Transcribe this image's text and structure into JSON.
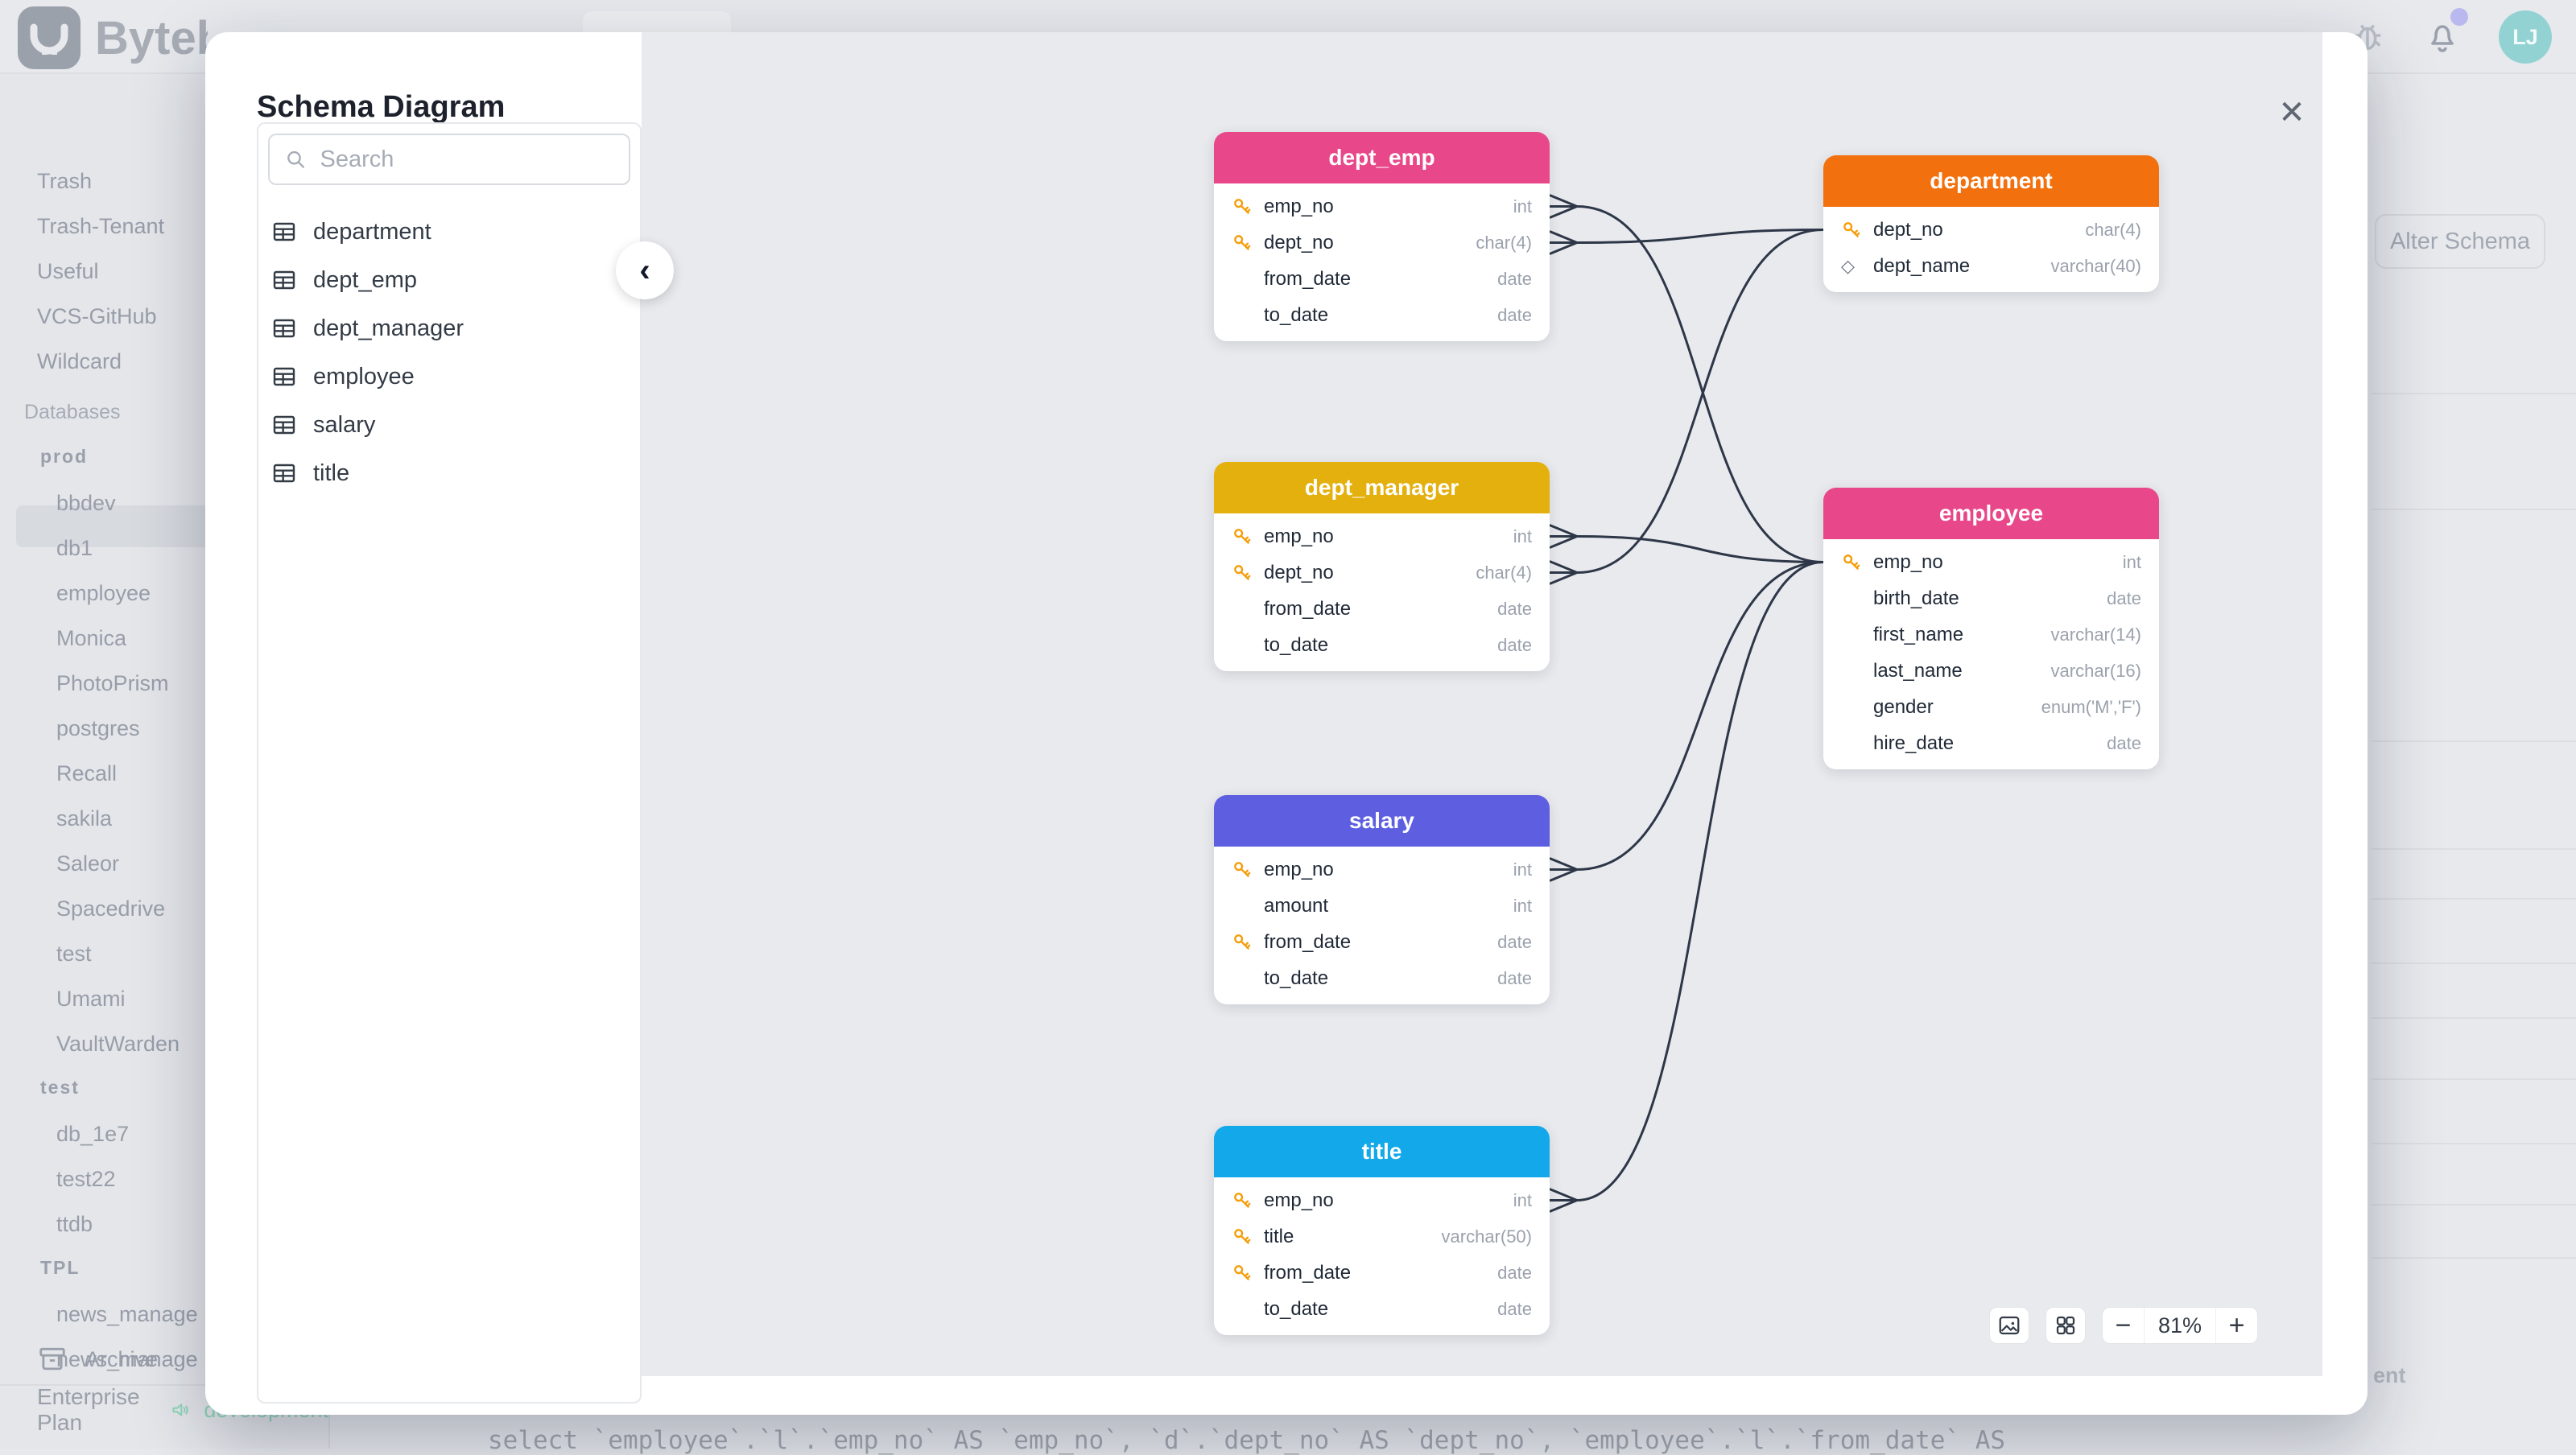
{
  "topbar": {
    "brand": "Bytebase",
    "avatar_initials": "LJ"
  },
  "sidebar": {
    "top_items": [
      "Trash",
      "Trash-Tenant",
      "Useful",
      "VCS-GitHub",
      "Wildcard"
    ],
    "section_label": "Databases",
    "groups": [
      {
        "env": "prod",
        "databases": [
          "bbdev",
          "db1",
          "employee",
          "Monica",
          "PhotoPrism",
          "postgres",
          "Recall",
          "sakila",
          "Saleor",
          "Spacedrive",
          "test",
          "Umami",
          "VaultWarden"
        ],
        "selected": "employee"
      },
      {
        "env": "test",
        "databases": [
          "db_1e7",
          "test22",
          "ttdb"
        ]
      },
      {
        "env": "TPL",
        "databases": [
          "news_manage",
          "news_manage"
        ]
      }
    ],
    "archive_label": "Archive",
    "footer": {
      "plan": "Enterprise Plan",
      "environment": "development"
    }
  },
  "background": {
    "alter_schema_label": "Alter Schema",
    "sql_fragment": "select `employee`.`l`.`emp_no` AS `emp_no`, `d`.`dept_no` AS `dept_no`, `employee`.`l`.`from_date` AS",
    "right_fragment": "ent"
  },
  "modal": {
    "title": "Schema Diagram",
    "search_placeholder": "Search",
    "table_list": [
      "department",
      "dept_emp",
      "dept_manager",
      "employee",
      "salary",
      "title"
    ],
    "zoom_level": "81%",
    "colors": {
      "key_icon": "#F59E0B",
      "connection_line": "#2D3748",
      "canvas_bg": "#E9EAEE"
    },
    "entities": [
      {
        "name": "dept_emp",
        "header_color": "#E8488A",
        "fields": [
          {
            "name": "emp_no",
            "type": "int",
            "icon": "key"
          },
          {
            "name": "dept_no",
            "type": "char(4)",
            "icon": "key"
          },
          {
            "name": "from_date",
            "type": "date",
            "icon": "none"
          },
          {
            "name": "to_date",
            "type": "date",
            "icon": "none"
          }
        ]
      },
      {
        "name": "department",
        "header_color": "#F2700D",
        "fields": [
          {
            "name": "dept_no",
            "type": "char(4)",
            "icon": "key"
          },
          {
            "name": "dept_name",
            "type": "varchar(40)",
            "icon": "diamond"
          }
        ]
      },
      {
        "name": "dept_manager",
        "header_color": "#E3B00E",
        "fields": [
          {
            "name": "emp_no",
            "type": "int",
            "icon": "key"
          },
          {
            "name": "dept_no",
            "type": "char(4)",
            "icon": "key"
          },
          {
            "name": "from_date",
            "type": "date",
            "icon": "none"
          },
          {
            "name": "to_date",
            "type": "date",
            "icon": "none"
          }
        ]
      },
      {
        "name": "employee",
        "header_color": "#E8488A",
        "fields": [
          {
            "name": "emp_no",
            "type": "int",
            "icon": "key"
          },
          {
            "name": "birth_date",
            "type": "date",
            "icon": "none"
          },
          {
            "name": "first_name",
            "type": "varchar(14)",
            "icon": "none"
          },
          {
            "name": "last_name",
            "type": "varchar(16)",
            "icon": "none"
          },
          {
            "name": "gender",
            "type": "enum('M','F')",
            "icon": "none"
          },
          {
            "name": "hire_date",
            "type": "date",
            "icon": "none"
          }
        ]
      },
      {
        "name": "salary",
        "header_color": "#5D5FE0",
        "fields": [
          {
            "name": "emp_no",
            "type": "int",
            "icon": "key"
          },
          {
            "name": "amount",
            "type": "int",
            "icon": "none"
          },
          {
            "name": "from_date",
            "type": "date",
            "icon": "key"
          },
          {
            "name": "to_date",
            "type": "date",
            "icon": "none"
          }
        ]
      },
      {
        "name": "title",
        "header_color": "#12A8E9",
        "fields": [
          {
            "name": "emp_no",
            "type": "int",
            "icon": "key"
          },
          {
            "name": "title",
            "type": "varchar(50)",
            "icon": "key"
          },
          {
            "name": "from_date",
            "type": "date",
            "icon": "key"
          },
          {
            "name": "to_date",
            "type": "date",
            "icon": "none"
          }
        ]
      }
    ],
    "connections": [
      {
        "from": "dept_emp.emp_no",
        "to": "employee.emp_no"
      },
      {
        "from": "dept_emp.dept_no",
        "to": "department.dept_no"
      },
      {
        "from": "dept_manager.emp_no",
        "to": "employee.emp_no"
      },
      {
        "from": "dept_manager.dept_no",
        "to": "department.dept_no"
      },
      {
        "from": "salary.emp_no",
        "to": "employee.emp_no"
      },
      {
        "from": "title.emp_no",
        "to": "employee.emp_no"
      }
    ]
  }
}
